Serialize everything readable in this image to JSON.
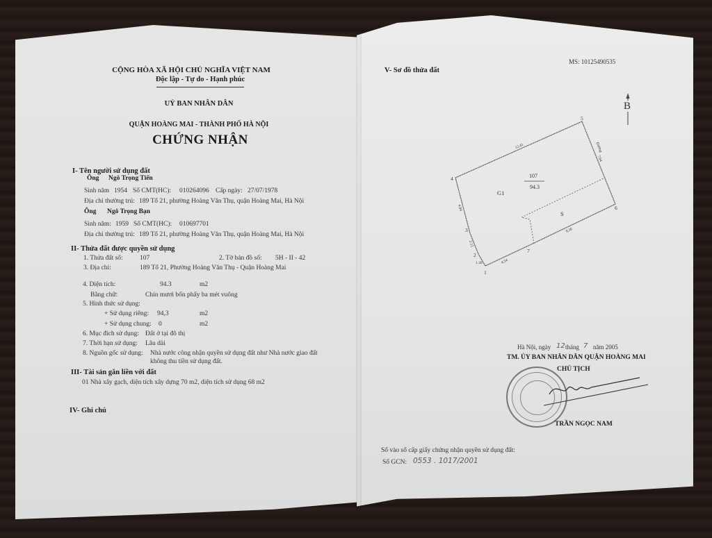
{
  "left_page": {
    "header": {
      "country": "CỘNG HÒA XÃ HỘI CHỦ NGHĨA VIỆT NAM",
      "motto": "Độc lập - Tự do - Hạnh phúc",
      "authority": "UỶ BAN NHÂN DÂN",
      "district": "QUẬN HOÀNG MAI - THÀNH PHỐ HÀ NỘI",
      "title": "CHỨNG NHẬN"
    },
    "section1": {
      "heading": "I- Tên người sử dụng đất",
      "owners": [
        {
          "title": "Ông",
          "name": "Ngô Trọng Tiến",
          "birth_label": "Sinh năm",
          "birth_year": "1954",
          "id_label": "Số CMT(HC):",
          "id_number": "010264096",
          "issue_label": "Cấp ngày:",
          "issue_date": "27/07/1978",
          "address_label": "Địa chỉ thường trú:",
          "address": "189 Tổ 21, phường Hoàng Văn Thụ, quận Hoàng Mai, Hà Nội"
        },
        {
          "title": "Ông",
          "name": "Ngô Trọng Bạn",
          "birth_label": "Sinh năm:",
          "birth_year": "1959",
          "id_label": "Số CMT(HC):",
          "id_number": "010697701",
          "address_label": "Địa chỉ thường trú:",
          "address": "189 Tổ 21, phường Hoàng Văn Thụ, quận Hoàng Mai, Hà Nội"
        }
      ]
    },
    "section2": {
      "heading": "II- Thửa đất được quyền sử dụng",
      "parcel_label": "1. Thửa đất số:",
      "parcel_no": "107",
      "map_label": "2. Tờ bản đồ số:",
      "map_no": "5H - II - 42",
      "address_label": "3. Địa chỉ:",
      "address": "189 Tổ 21,  Phường Hoàng Văn Thụ - Quận Hoàng Mai",
      "area_label": "4. Diện tích:",
      "area": "94.3",
      "area_unit": "m2",
      "in_words_label": "Bằng chữ:",
      "in_words": "Chín mươi bốn phẩy ba mét vuông",
      "usage_form_label": "5. Hình thức sử dụng:",
      "private_label": "+ Sử dụng riêng:",
      "private_value": "94,3",
      "private_unit": "m2",
      "shared_label": "+ Sử dụng chung:",
      "shared_value": "0",
      "shared_unit": "m2",
      "purpose_label": "6. Mục đích sử dụng:",
      "purpose": "Đất ở tại đô thị",
      "term_label": "7. Thời hạn sử dụng:",
      "term": "Lâu dài",
      "origin_label": "8. Nguồn gốc sử dụng:",
      "origin_line1": "Nhà nước công nhận quyền sử dụng đất như Nhà nước giao đất",
      "origin_line2": "không thu tiền sử dụng đất."
    },
    "section3": {
      "heading": "III- Tài sản gắn liền với đất",
      "content": "01 Nhà xây gạch, diện tích xây dựng 70 m2, diện tích sử dụng 68 m2"
    },
    "section4": {
      "heading": "IV- Ghi chú"
    }
  },
  "right_page": {
    "section5_heading": "V- Sơ đồ thửa đất",
    "serial": "MS: 10125490535",
    "north_label": "B",
    "diagram": {
      "parcel_no": "107",
      "parcel_area": "94.3",
      "zone_g": "G1",
      "zone_s": "S",
      "points": [
        "1",
        "2",
        "3",
        "4",
        "5",
        "6",
        "7"
      ],
      "edge_lengths": {
        "e4_5": "12.41",
        "e5_6": "7.64",
        "e6_7": "8.36",
        "e7_1": "4.54",
        "e1_2": "1.30",
        "e2_3": "2.15",
        "e3_4": "4.04"
      },
      "road_label": "Đường"
    },
    "signature_block": {
      "date_prefix": "Hà Nội, ngày",
      "day": "12",
      "month_label": "tháng",
      "month": "7",
      "year_text": "năm 2005",
      "org": "TM. ỦY BAN NHÂN DÂN QUẬN HOÀNG MAI",
      "role": "CHỦ TỊCH",
      "signer": "TRẦN NGỌC NAM"
    },
    "registry": {
      "label": "Số vào sổ cấp giấy chứng nhận quyền sử dụng đất:",
      "gcn_label": "Số GCN:",
      "gcn_value": "0553 . 1017/2001"
    }
  }
}
